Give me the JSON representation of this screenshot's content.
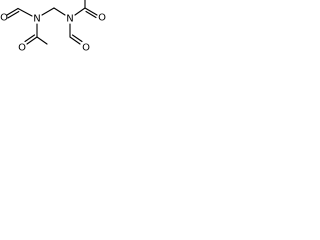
{
  "molecule": {
    "atoms": {
      "n_left": "N",
      "n_right": "N",
      "o_formyl_left": "O",
      "o_formyl_right": "O",
      "o_acetyl_left": "O",
      "o_acetyl_right": "O"
    }
  },
  "colors": {
    "bond": "#000000",
    "label": "#000000",
    "background": "#ffffff"
  }
}
